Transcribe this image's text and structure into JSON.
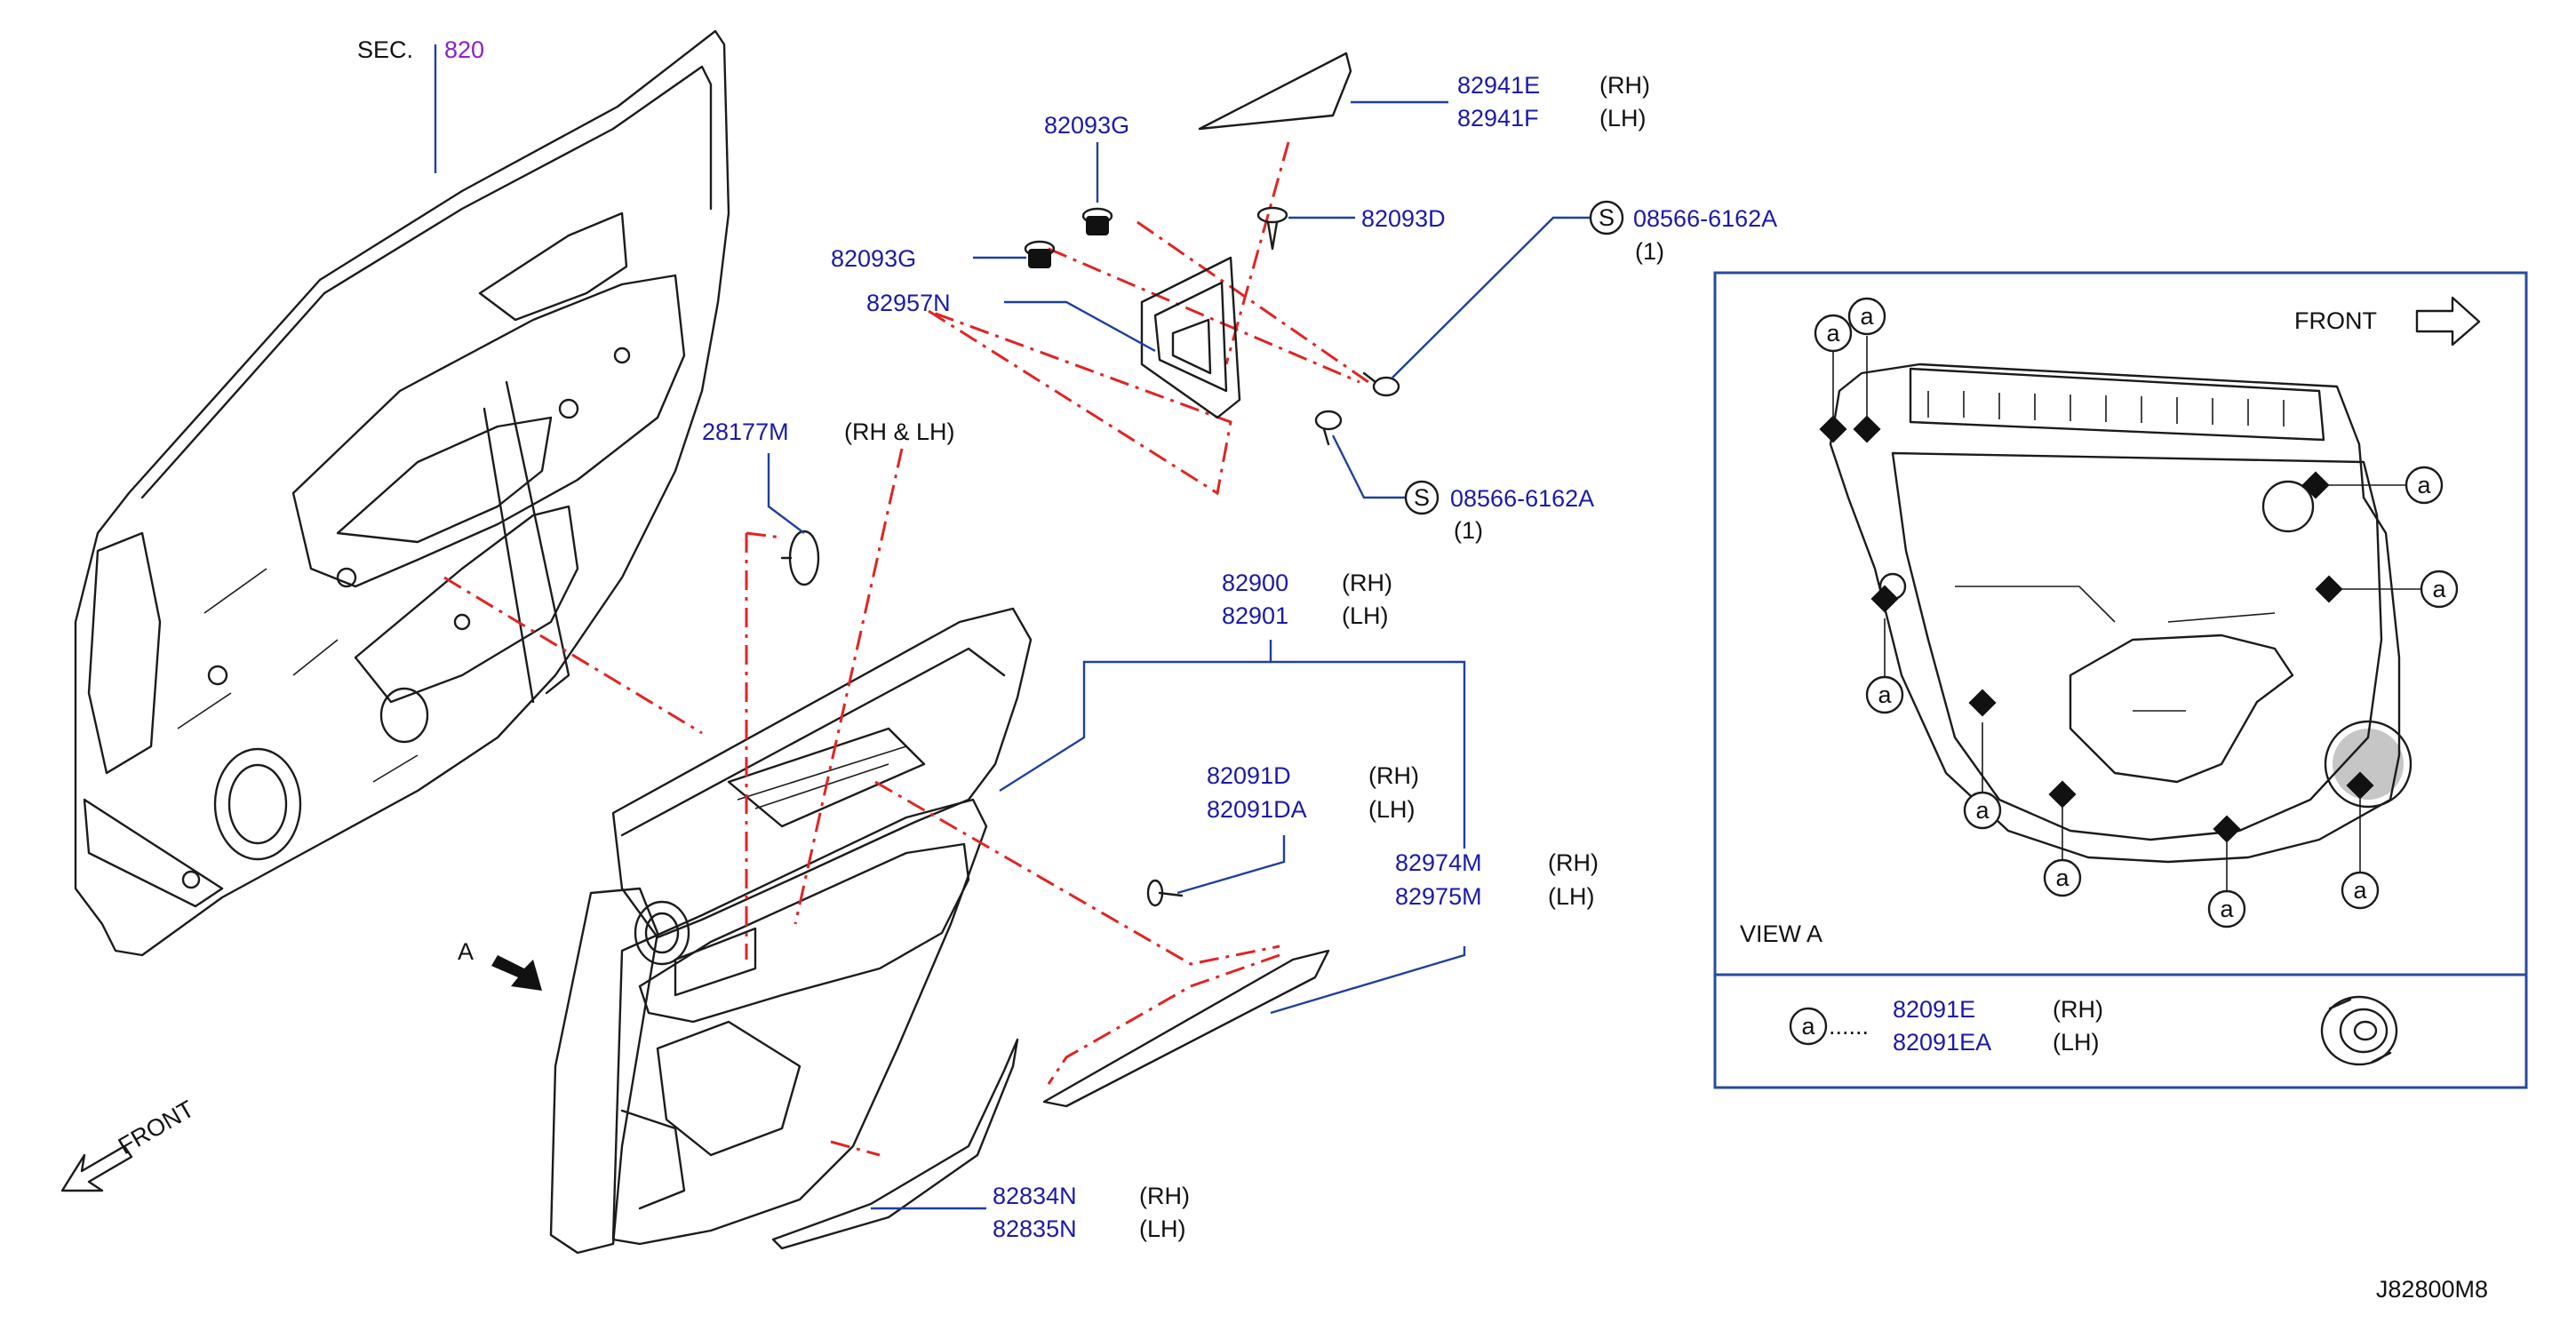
{
  "section_ref": {
    "prefix": "SEC.",
    "number": "820"
  },
  "parts": {
    "p82941": {
      "rh": "82941E",
      "lh": "82941F",
      "rh_tag": "(RH)",
      "lh_tag": "(LH)"
    },
    "p82093g_top": "82093G",
    "p82093g_left": "82093G",
    "p82093d": "82093D",
    "p82957n": "82957N",
    "screw_upper": {
      "symbol": "S",
      "number": "08566-6162A",
      "qty": "(1)"
    },
    "screw_lower": {
      "symbol": "S",
      "number": "08566-6162A",
      "qty": "(1)"
    },
    "p28177m": {
      "number": "28177M",
      "note": "(RH & LH)"
    },
    "p82900": {
      "rh": "82900",
      "lh": "82901",
      "rh_tag": "(RH)",
      "lh_tag": "(LH)"
    },
    "p82091d": {
      "rh": "82091D",
      "lh": "82091DA",
      "rh_tag": "(RH)",
      "lh_tag": "(LH)"
    },
    "p82974m": {
      "rh": "82974M",
      "lh": "82975M",
      "rh_tag": "(RH)",
      "lh_tag": "(LH)"
    },
    "p82834n": {
      "rh": "82834N",
      "lh": "82835N",
      "rh_tag": "(RH)",
      "lh_tag": "(LH)"
    }
  },
  "view_arrow_label": "A",
  "front_label_main": "FRONT",
  "view_panel": {
    "front_label": "FRONT",
    "title": "VIEW A",
    "clip_callout": "a",
    "legend": {
      "symbol": "a",
      "dots": "......",
      "rh": "82091E",
      "lh": "82091EA",
      "rh_tag": "(RH)",
      "lh_tag": "(LH)"
    }
  },
  "drawing_code": "J82800M8",
  "colors": {
    "part_number": "#1a1aa8",
    "leader": "#1f3f9f",
    "phantom_line": "#e02424",
    "section_number": "#8a1fc8"
  }
}
